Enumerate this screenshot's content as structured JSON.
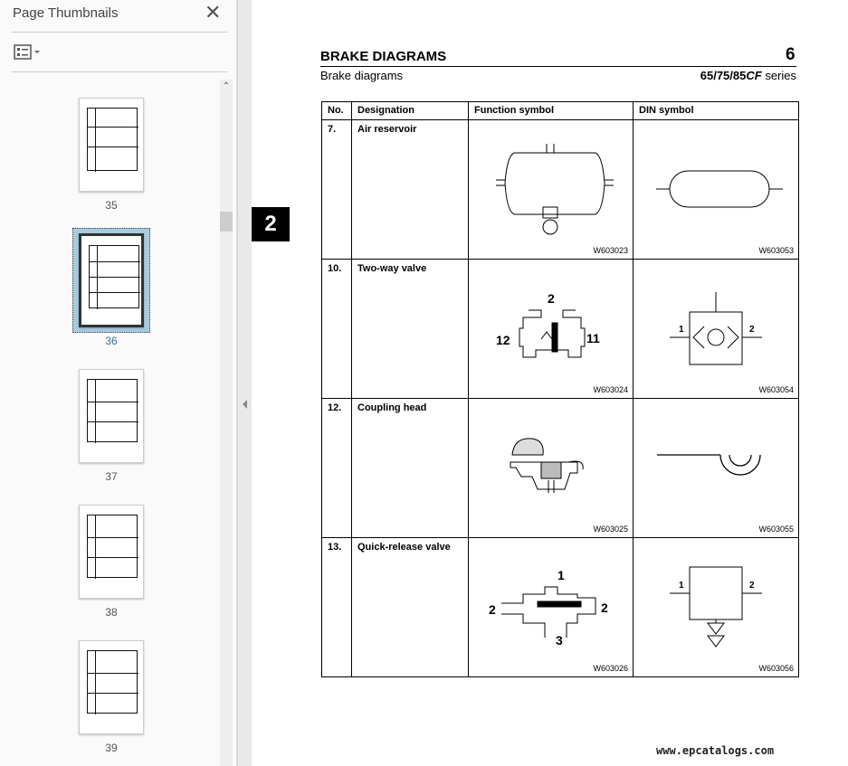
{
  "sidebar": {
    "title": "Page Thumbnails",
    "thumbnails": [
      {
        "page": "35"
      },
      {
        "page": "36",
        "selected": true
      },
      {
        "page": "37"
      },
      {
        "page": "38"
      },
      {
        "page": "39"
      }
    ]
  },
  "document": {
    "section_tab": "2",
    "title": "BRAKE DIAGRAMS",
    "chapter": "6",
    "subtitle": "Brake diagrams",
    "series_prefix": "65/75/85",
    "series_model": "CF",
    "series_suffix": " series",
    "table": {
      "headers": [
        "No.",
        "Designation",
        "Function symbol",
        "DIN symbol"
      ],
      "rows": [
        {
          "no": "7.",
          "designation": "Air reservoir",
          "function_code": "W603023",
          "din_code": "W603053"
        },
        {
          "no": "10.",
          "designation": "Two-way valve",
          "function_code": "W603024",
          "din_code": "W603054",
          "function_labels": [
            "2",
            "12",
            "11"
          ],
          "din_labels": [
            "1",
            "2"
          ]
        },
        {
          "no": "12.",
          "designation": "Coupling head",
          "function_code": "W603025",
          "din_code": "W603055"
        },
        {
          "no": "13.",
          "designation": "Quick-release valve",
          "function_code": "W603026",
          "din_code": "W603056",
          "function_labels": [
            "1",
            "2",
            "2",
            "3"
          ],
          "din_labels": [
            "1",
            "2"
          ]
        }
      ]
    },
    "watermark": "www.epcatalogs.com"
  }
}
